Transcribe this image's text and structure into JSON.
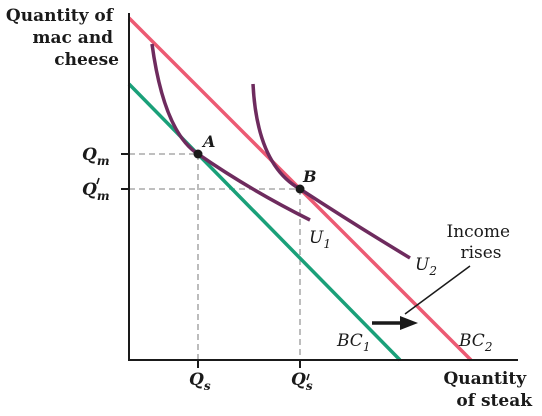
{
  "axes": {
    "y_label_lines": [
      "Quantity of",
      "mac and",
      "cheese"
    ],
    "x_label_lines": [
      "Quantity",
      "of steak"
    ]
  },
  "ticks": {
    "y": [
      {
        "main": "Q",
        "sub": "m",
        "prime": false
      },
      {
        "main": "Q",
        "sub": "m",
        "prime": true
      }
    ],
    "x": [
      {
        "main": "Q",
        "sub": "s",
        "prime": false
      },
      {
        "main": "Q",
        "sub": "s",
        "prime": true
      }
    ]
  },
  "points": {
    "a": "A",
    "b": "B"
  },
  "curves": {
    "u1": {
      "main": "U",
      "sub": "1"
    },
    "u2": {
      "main": "U",
      "sub": "2"
    },
    "bc1": {
      "main": "BC",
      "sub": "1"
    },
    "bc2": {
      "main": "BC",
      "sub": "2"
    }
  },
  "annotation": {
    "lines": [
      "Income",
      "rises"
    ]
  },
  "colors": {
    "bc1": "#1aa079",
    "bc2": "#ec5a73",
    "indifference": "#6e2b5e",
    "guide": "#999999",
    "axis": "#1a1a1a"
  }
}
